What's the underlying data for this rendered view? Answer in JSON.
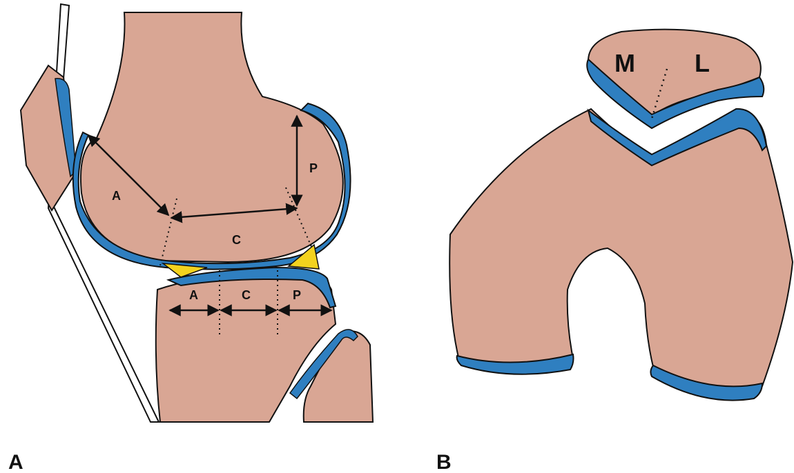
{
  "colors": {
    "bone": "#d9a694",
    "cartilage": "#2f7fc0",
    "meniscus": "#f3d21e",
    "outline": "#111111",
    "background": "#ffffff"
  },
  "panel_a": {
    "label": "A",
    "femur": {
      "anterior": "A",
      "central": "C",
      "posterior": "P"
    },
    "tibia": {
      "anterior": "A",
      "central": "C",
      "posterior": "P"
    }
  },
  "panel_b": {
    "label": "B",
    "patella": {
      "medial": "M",
      "lateral": "L"
    }
  }
}
